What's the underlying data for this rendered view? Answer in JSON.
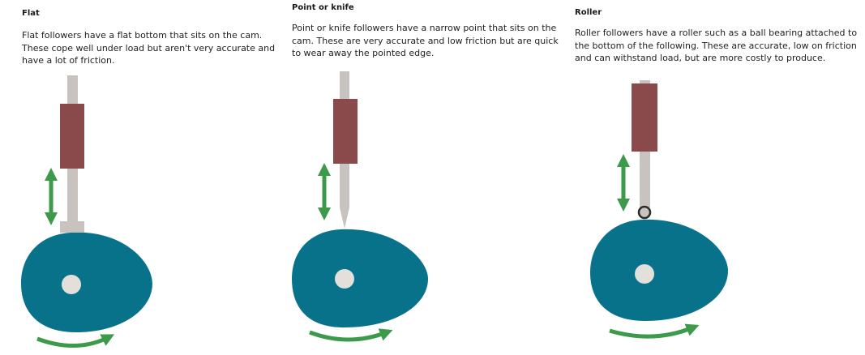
{
  "panels": {
    "flat": {
      "title": "Flat",
      "description": "Flat followers have a flat bottom that sits on the cam. These cope well under load but aren't very accurate and have a lot of friction."
    },
    "point": {
      "title": "Point or knife",
      "description": "Point or knife followers have a narrow point that sits on the cam. These are very accurate and low friction but are quick to wear away the pointed edge."
    },
    "roller": {
      "title": "Roller",
      "description": "Roller followers have a roller such as a ball bearing attached to the bottom of the following. These are accurate, low on friction and can withstand load, but are more costly to produce."
    }
  },
  "colors": {
    "cam": "#08728a",
    "shaft": "#c8c3be",
    "guide": "#8a4a4b",
    "arrow": "#3d9a4a",
    "axle": "#e3e0dc",
    "roller_ring": "#2b2b2b"
  },
  "icons": {
    "motion_arrow": "double-headed-vertical-arrow",
    "rotation_arrow": "curved-rotation-arrow"
  }
}
